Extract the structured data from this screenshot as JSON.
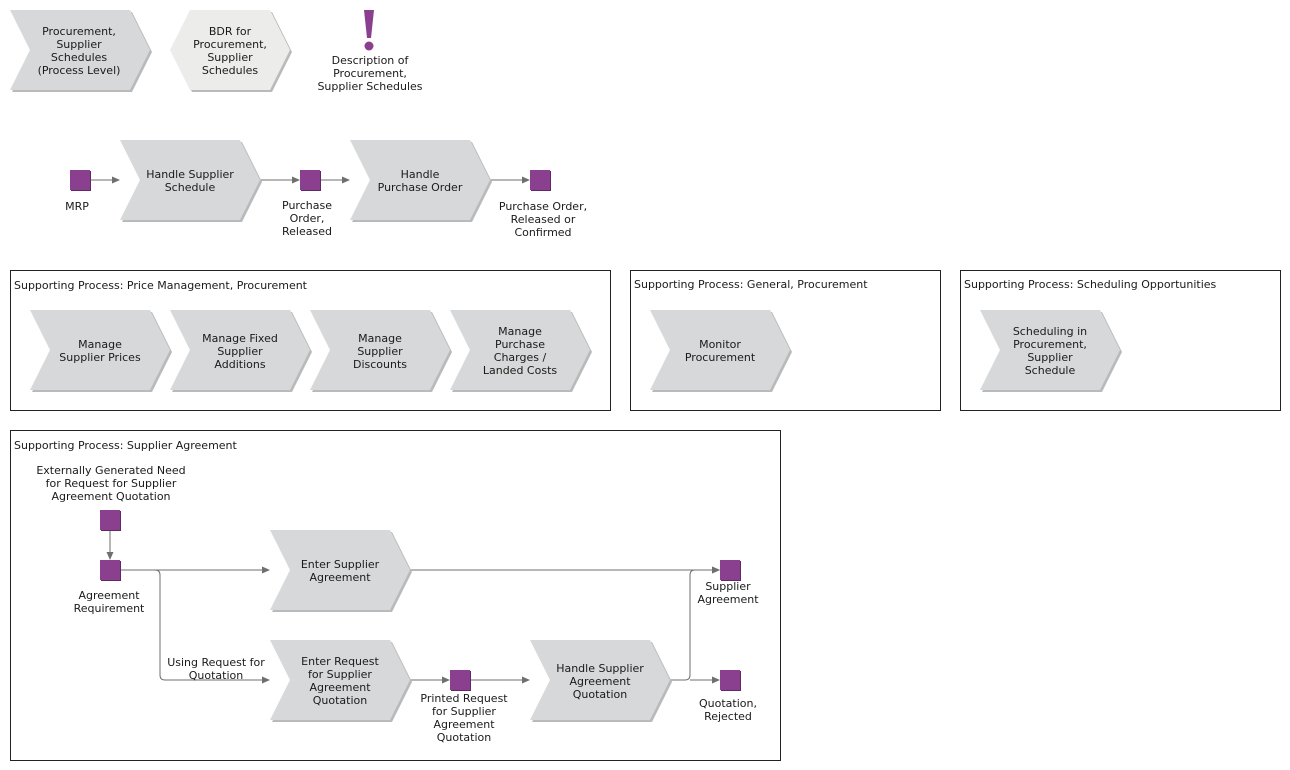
{
  "colors": {
    "function_fill": "#d7d8d9",
    "function_shadow": "#b9babb",
    "bdr_fill": "#ececea",
    "event_fill": "#8b3f8f",
    "event_shadow": "#5e2a61",
    "connector": "#6f6f6f",
    "frame_border": "#222222"
  },
  "header": {
    "process_level_label": "Procurement,\nSupplier\nSchedules\n(Process Level)",
    "bdr_label": "BDR for\nProcurement,\nSupplier\nSchedules",
    "description_icon": "exclamation-icon",
    "description_label": "Description of\nProcurement,\nSupplier Schedules"
  },
  "main_flow": {
    "event_mrp": "MRP",
    "function_handle_supplier_schedule": "Handle Supplier\nSchedule",
    "event_po_released": "Purchase\nOrder,\nReleased",
    "function_handle_purchase_order": "Handle\nPurchase Order",
    "event_po_released_confirmed": "Purchase Order,\nReleased or\nConfirmed"
  },
  "price_mgmt": {
    "title": "Supporting Process: Price Management, Procurement",
    "items": [
      "Manage\nSupplier Prices",
      "Manage Fixed\nSupplier\nAdditions",
      "Manage\nSupplier\nDiscounts",
      "Manage\nPurchase\nCharges /\nLanded Costs"
    ]
  },
  "general": {
    "title": "Supporting Process: General, Procurement",
    "item": "Monitor\nProcurement"
  },
  "scheduling": {
    "title": "Supporting Process: Scheduling Opportunities",
    "item": "Scheduling in\nProcurement,\nSupplier\nSchedule"
  },
  "agreement": {
    "title": "Supporting Process: Supplier Agreement",
    "event_external_need": "Externally Generated Need\nfor Request for Supplier\nAgreement Quotation",
    "event_agreement_requirement": "Agreement\nRequirement",
    "function_enter_supplier_agreement": "Enter Supplier\nAgreement",
    "function_enter_request": "Enter Request\nfor Supplier\nAgreement\nQuotation",
    "connector_label_using_rfq": "Using Request for\nQuotation",
    "event_printed_request": "Printed Request\nfor Supplier\nAgreement\nQuotation",
    "function_handle_quotation": "Handle Supplier\nAgreement\nQuotation",
    "event_supplier_agreement": "Supplier\nAgreement",
    "event_quotation_rejected": "Quotation,\nRejected"
  }
}
